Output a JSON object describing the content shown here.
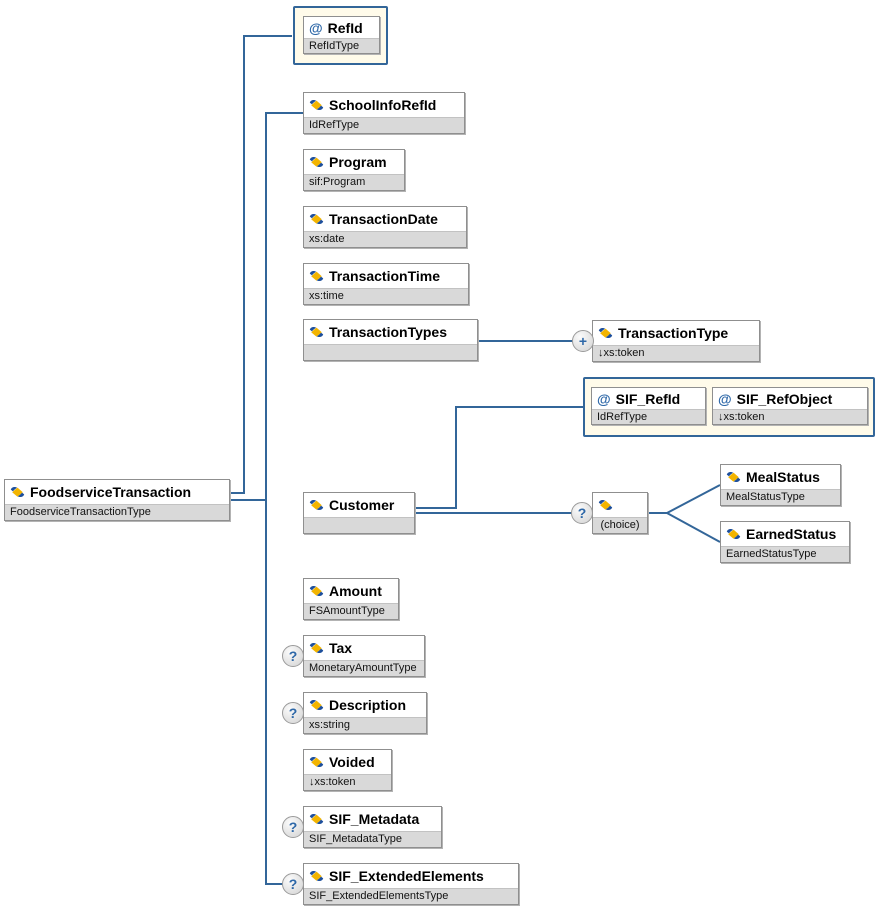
{
  "icons": {
    "attribute": "@",
    "optional": "?",
    "repeat": "+"
  },
  "colors": {
    "line": "#336699",
    "attr_group_bg": "#fffbea",
    "attr_group_border": "#336699",
    "node_strip": "#d9d9d9",
    "icon_blue": "#1d4f9c",
    "icon_yellow": "#f2b400",
    "indicator_text": "#2e68a8"
  },
  "nodes": {
    "root": {
      "name": "FoodserviceTransaction",
      "type": "FoodserviceTransactionType"
    },
    "refId": {
      "name": "RefId",
      "type": "RefIdType"
    },
    "schoolInfoRefId": {
      "name": "SchoolInfoRefId",
      "type": "IdRefType"
    },
    "program": {
      "name": "Program",
      "type": "sif:Program"
    },
    "transactionDate": {
      "name": "TransactionDate",
      "type": "xs:date"
    },
    "transactionTime": {
      "name": "TransactionTime",
      "type": "xs:time"
    },
    "transactionTypes": {
      "name": "TransactionTypes",
      "type": ""
    },
    "transactionType": {
      "name": "TransactionType",
      "type": "↓xs:token"
    },
    "sifRefId": {
      "name": "SIF_RefId",
      "type": "IdRefType"
    },
    "sifRefObject": {
      "name": "SIF_RefObject",
      "type": "↓xs:token"
    },
    "customer": {
      "name": "Customer",
      "type": ""
    },
    "choice": {
      "label": "(choice)"
    },
    "mealStatus": {
      "name": "MealStatus",
      "type": "MealStatusType"
    },
    "earnedStatus": {
      "name": "EarnedStatus",
      "type": "EarnedStatusType"
    },
    "amount": {
      "name": "Amount",
      "type": "FSAmountType"
    },
    "tax": {
      "name": "Tax",
      "type": "MonetaryAmountType"
    },
    "description": {
      "name": "Description",
      "type": "xs:string"
    },
    "voided": {
      "name": "Voided",
      "type": "↓xs:token"
    },
    "sifMetadata": {
      "name": "SIF_Metadata",
      "type": "SIF_MetadataType"
    },
    "sifExtendedElements": {
      "name": "SIF_ExtendedElements",
      "type": "SIF_ExtendedElementsType"
    }
  }
}
